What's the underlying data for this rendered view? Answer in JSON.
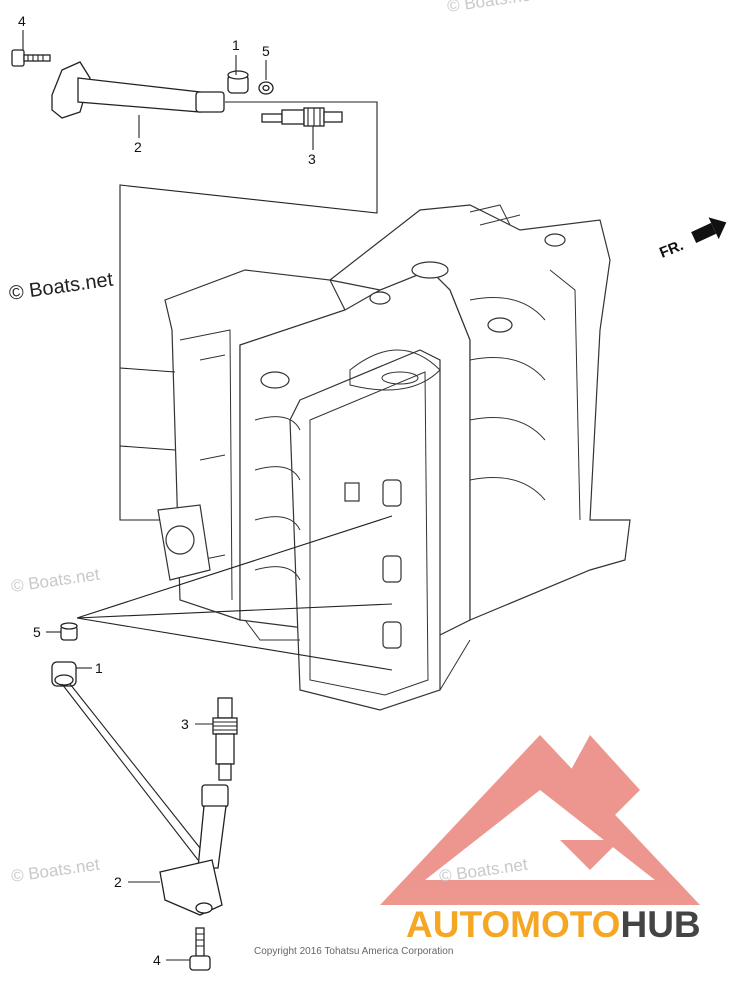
{
  "callouts": {
    "top_4": "4",
    "top_2": "2",
    "top_1": "1",
    "top_5": "5",
    "top_3": "3",
    "bot_5": "5",
    "bot_1": "1",
    "bot_3": "3",
    "bot_2": "2",
    "bot_4": "4"
  },
  "direction_label": "FR.",
  "watermarks": {
    "main": "© Boats.net",
    "faint": "© Boats.net"
  },
  "copyright": "Copyright 2016 Tohatsu America Corporation",
  "logo": {
    "part1": "AUTOMOTO",
    "part2": "HUB"
  },
  "colors": {
    "logo_orange": "#f5a623",
    "logo_red": "#e8746a",
    "logo_gray": "#444444"
  }
}
